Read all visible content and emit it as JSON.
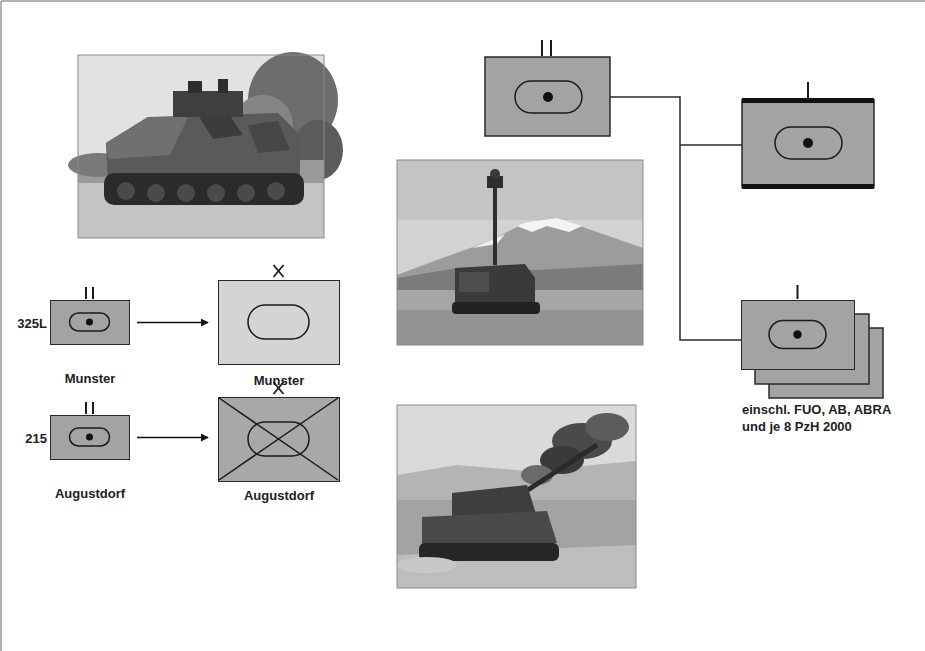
{
  "diagram": {
    "nodes": [
      {
        "text": [
          "325L",
          "Munster"
        ]
      },
      {
        "text": [
          "Munster"
        ]
      },
      {
        "text": [
          "215",
          "Augustdorf"
        ]
      },
      {
        "text": [
          "Augustdorf"
        ]
      },
      {
        "text": [
          "einschl. FUO, AB, ABRA und je 8 PzH 2000"
        ]
      }
    ],
    "edges": [
      {
        "from": 0,
        "to": 1,
        "arrow": "to"
      },
      {
        "from": 2,
        "to": 3,
        "arrow": "to"
      }
    ]
  }
}
